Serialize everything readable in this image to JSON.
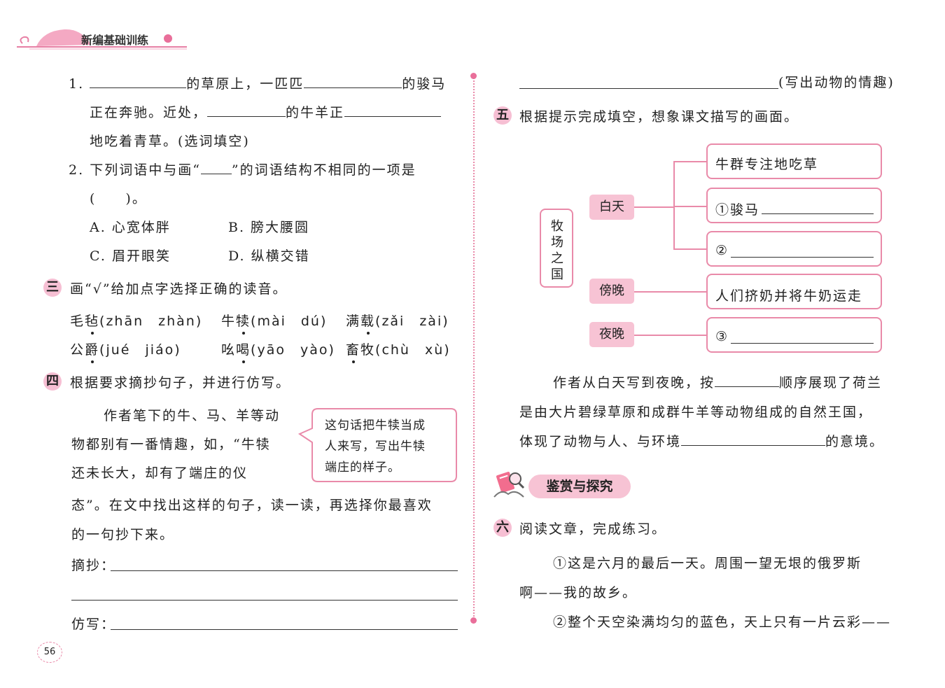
{
  "header": {
    "title": "新编基础训练"
  },
  "page_number": "56",
  "left": {
    "q1": {
      "num": "1.",
      "l1_a": "的草原上，一匹匹",
      "l1_b": "的骏马",
      "l2_a": "正在奔驰。近处，",
      "l2_b": "的牛羊正",
      "l3": "地吃着青草。(选词填空)"
    },
    "q2": {
      "num": "2.",
      "l1_a": "下列词语中与画“",
      "l1_b": "”的词语结构不相同的一项是",
      "l2": "(　　)。",
      "opt_a": "A. 心宽体胖",
      "opt_b": "B. 膀大腰圆",
      "opt_c": "C. 眉开眼笑",
      "opt_d": "D. 纵横交错"
    },
    "sec3": {
      "badge": "三",
      "title": "画“√”给加点字选择正确的读音。",
      "r1": [
        {
          "word": "毛",
          "dot": "毡",
          "pinyin": "(zhān　zhàn)"
        },
        {
          "word": "牛",
          "dot": "犊",
          "pinyin": "(mài　dú)"
        },
        {
          "word": "满",
          "dot": "载",
          "pinyin": "(zǎi　zài)"
        }
      ],
      "r2": [
        {
          "word": "公",
          "dot": "爵",
          "pinyin": "(jué　jiáo)"
        },
        {
          "word": "吆",
          "dot": "喝",
          "pinyin": "(yāo　yào)"
        },
        {
          "word": "牧",
          "dot": "畜",
          "pinyin": "(chù　xù)"
        }
      ]
    },
    "sec4": {
      "badge": "四",
      "title": "根据要求摘抄句子，并进行仿写。",
      "p1": "作者笔下的牛、马、羊等动",
      "p2": "物都别有一番情趣，如，“牛犊",
      "p3": "还未长大，却有了端庄的仪",
      "p4": "态”。在文中找出这样的句子，读一读，再选择你最喜欢",
      "p5": "的一句抄下来。",
      "callout": [
        "这句话把牛犊当成",
        "人来写，写出牛犊",
        "端庄的样子。"
      ],
      "copy_label": "摘抄：",
      "imitate_label": "仿写："
    }
  },
  "right": {
    "top_hint": "(写出动物的情趣)",
    "sec5": {
      "badge": "五",
      "title": "根据提示完成填空，想象课文描写的画面。",
      "root": "牧场之国",
      "groups": [
        "白天",
        "傍晚",
        "夜晚"
      ],
      "boxes": [
        "牛群专注地吃草",
        "①骏马",
        "②",
        "人们挤奶并将牛奶运走",
        "③"
      ],
      "para1_a": "作者从白天写到夜晚，按",
      "para1_b": "顺序展现了荷兰",
      "para2": "是由大片碧绿草原和成群牛羊等动物组成的自然王国，",
      "para3_a": "体现了动物与人、与环境",
      "para3_b": "的意境。"
    },
    "banner": "鉴赏与探究",
    "sec6": {
      "badge": "六",
      "title": "阅读文章，完成练习。",
      "p1": "①这是六月的最后一天。周围一望无垠的俄罗斯",
      "p2": "啊——我的故乡。",
      "p3": "②整个天空染满均匀的蓝色，天上只有一片云彩——"
    }
  }
}
